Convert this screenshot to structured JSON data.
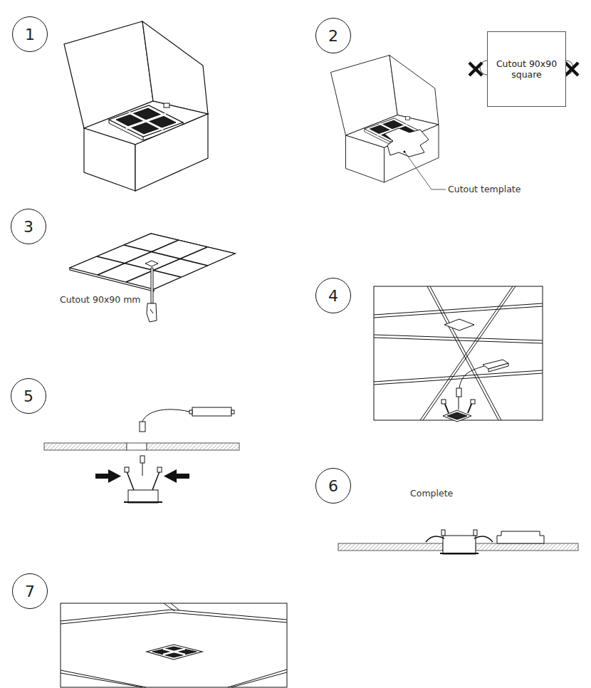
{
  "diagram": {
    "nodes": [
      {
        "text": [
          "1"
        ]
      },
      {
        "text": [
          "2"
        ]
      },
      {
        "text": [
          "Cutout 90x90 square"
        ]
      },
      {
        "text": [
          "3"
        ]
      },
      {
        "text": [
          "4"
        ]
      },
      {
        "text": [
          "5"
        ]
      },
      {
        "text": [
          "6"
        ]
      },
      {
        "text": [
          "7"
        ]
      }
    ],
    "labels": [
      "Cutout template",
      "Cutout 90x90 mm",
      "Complete"
    ]
  }
}
